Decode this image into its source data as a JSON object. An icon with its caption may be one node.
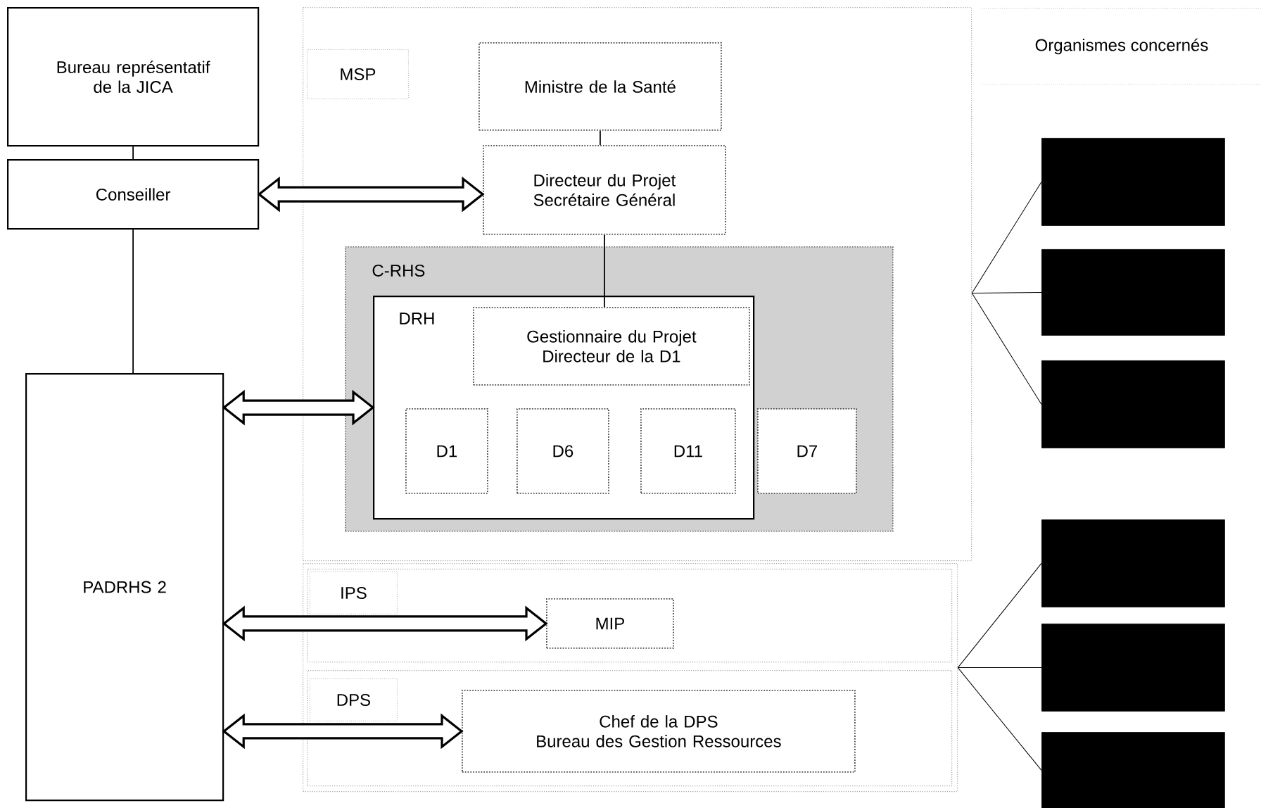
{
  "diagram": {
    "nodes": [
      {
        "text": [
          "Bureau représentatif de la JICA"
        ]
      },
      {
        "text": [
          "Conseiller"
        ]
      },
      {
        "text": [
          "MSP"
        ]
      },
      {
        "text": [
          "Ministre de la Santé"
        ],
        "in": 2
      },
      {
        "text": [
          "Directeur du Projet",
          "Secrétaire Général"
        ],
        "in": 2
      },
      {
        "text": [
          "C-RHS"
        ],
        "in": 2
      },
      {
        "text": [
          "DRH"
        ],
        "in": 5
      },
      {
        "text": [
          "Gestionnaire du Projet",
          "Directeur de la D1"
        ],
        "in": 6
      },
      {
        "text": [
          "D1"
        ],
        "in": 6
      },
      {
        "text": [
          "D6"
        ],
        "in": 6
      },
      {
        "text": [
          "D11"
        ],
        "in": 6
      },
      {
        "text": [
          "D7"
        ],
        "in": 5
      },
      {
        "text": [
          "Organismes concernés"
        ]
      },
      {
        "text": [],
        "shape": "box"
      },
      {
        "text": [],
        "shape": "box"
      },
      {
        "text": [],
        "shape": "box"
      },
      {
        "text": [
          "PADRHS 2"
        ]
      },
      {
        "text": [],
        "shape": "box"
      },
      {
        "text": [
          "IPS"
        ],
        "in": 17
      },
      {
        "text": [
          "MIP"
        ],
        "in": 18
      },
      {
        "text": [
          "DPS"
        ],
        "in": 17
      },
      {
        "text": [
          "Chef de la DPS",
          "Bureau des Gestion Ressources"
        ],
        "in": 20
      },
      {
        "text": [],
        "shape": "box"
      },
      {
        "text": [],
        "shape": "box"
      },
      {
        "text": [],
        "shape": "box"
      }
    ],
    "edges": [
      {
        "from": 0,
        "to": 1,
        "arrow": "none"
      },
      {
        "from": 1,
        "to": 4,
        "arrow": "both",
        "style": "thick"
      },
      {
        "from": 3,
        "to": 4,
        "arrow": "none"
      },
      {
        "from": 4,
        "to": 7,
        "arrow": "none"
      },
      {
        "from": 1,
        "to": 16,
        "arrow": "none"
      },
      {
        "from": 16,
        "to": 6,
        "arrow": "both",
        "style": "thick"
      },
      {
        "from": 16,
        "to": 19,
        "arrow": "both",
        "style": "thick"
      },
      {
        "from": 16,
        "to": 21,
        "arrow": "both",
        "style": "thick"
      },
      {
        "from": 2,
        "to": 13,
        "arrow": "none"
      },
      {
        "from": 2,
        "to": 14,
        "arrow": "none"
      },
      {
        "from": 2,
        "to": 15,
        "arrow": "none"
      },
      {
        "from": 17,
        "to": 22,
        "arrow": "none"
      },
      {
        "from": 17,
        "to": 23,
        "arrow": "none"
      },
      {
        "from": 17,
        "to": 24,
        "arrow": "none"
      }
    ]
  }
}
